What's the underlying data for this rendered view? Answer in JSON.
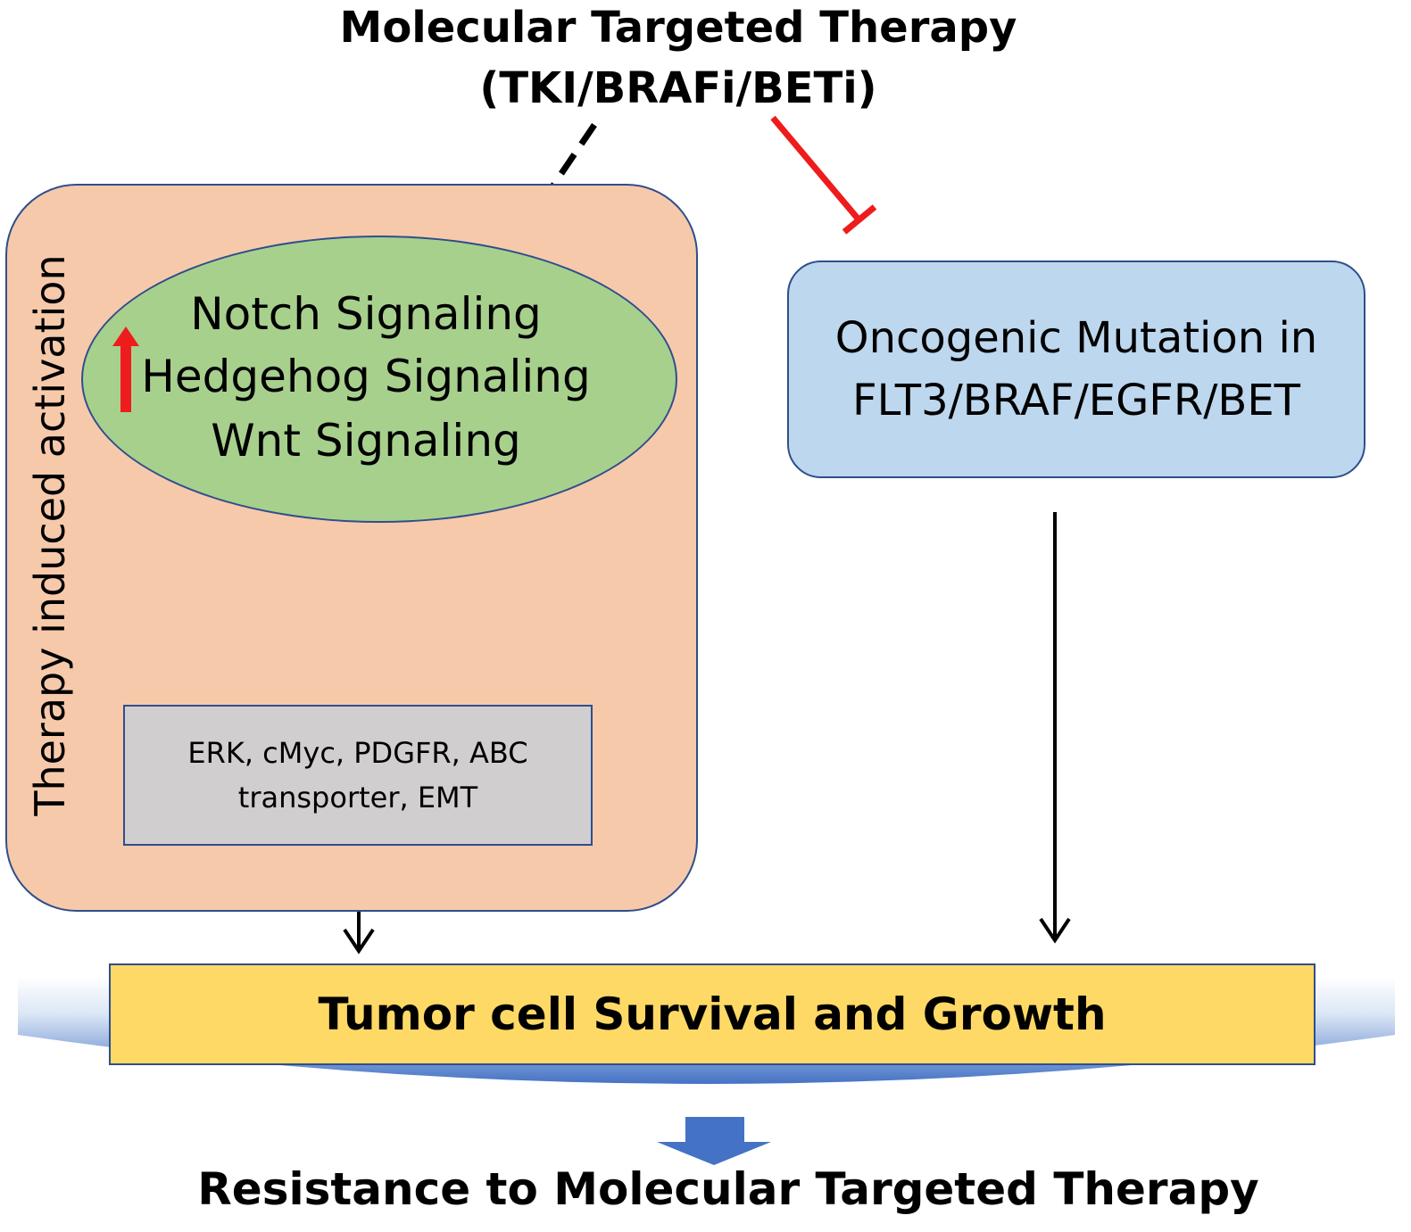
{
  "therapy": {
    "title_line1": "Molecular Targeted Therapy",
    "title_line2": "(TKI/BRAFi/BETi)"
  },
  "left_panel": {
    "label": "Therapy induced activation",
    "signaling": [
      "Notch Signaling",
      "Hedgehog Signaling",
      "Wnt Signaling"
    ],
    "effectors_line1": "ERK, cMyc, PDGFR, ABC",
    "effectors_line2": "transporter, EMT"
  },
  "right_panel": {
    "line1": "Oncogenic Mutation in",
    "line2": "FLT3/BRAF/EGFR/BET"
  },
  "survival": "Tumor cell Survival and Growth",
  "outcome": "Resistance to Molecular Targeted Therapy",
  "colors": {
    "panel_fill": "#f7c9ab",
    "ellipse_fill": "#a8d08d",
    "effector_fill": "#d0cece",
    "mutation_fill": "#bdd7ee",
    "survival_fill": "#ffd966",
    "border": "#2f4e8c",
    "inhibit_red": "#ee1c1c",
    "upregulation_red": "#ee1c1c",
    "outcome_blue": "#4472c4"
  },
  "icons": {
    "upregulation": "red-up-arrow-icon"
  }
}
